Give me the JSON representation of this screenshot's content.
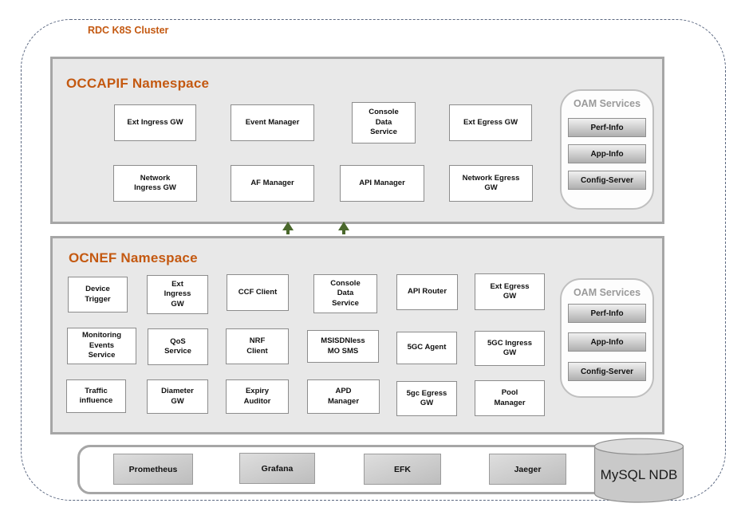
{
  "cluster_title": "RDC K8S Cluster",
  "colors": {
    "accent_orange": "#c45911",
    "arrow_green": "#4a682c",
    "namespace_fill": "#e8e8e8",
    "namespace_border": "#a6a6a6",
    "oam_title_gray": "#9a9a9a"
  },
  "occapif": {
    "title": "OCCAPIF Namespace",
    "boxes": [
      "Ext Ingress GW",
      "Event Manager",
      "Console\nData\nService",
      "Ext Egress GW",
      "Network\nIngress GW",
      "AF Manager",
      "API Manager",
      "Network Egress\nGW"
    ],
    "oam": {
      "title": "OAM Services",
      "items": [
        "Perf-Info",
        "App-Info",
        "Config-Server"
      ]
    }
  },
  "ocnef": {
    "title": "OCNEF Namespace",
    "boxes": [
      "Device\nTrigger",
      "Ext\nIngress\nGW",
      "CCF Client",
      "Console\nData\nService",
      "API Router",
      "Ext Egress\nGW",
      "Monitoring\nEvents\nService",
      "QoS\nService",
      "NRF\nClient",
      "MSISDNless\nMO SMS",
      "5GC Agent",
      "5GC Ingress\nGW",
      "Traffic\ninfluence",
      "Diameter\nGW",
      "Expiry\nAuditor",
      "APD\nManager",
      "5gc Egress\nGW",
      "Pool\nManager"
    ],
    "oam": {
      "title": "OAM Services",
      "items": [
        "Perf-Info",
        "App-Info",
        "Config-Server"
      ]
    }
  },
  "infra": {
    "items": [
      "Prometheus",
      "Grafana",
      "EFK",
      "Jaeger"
    ],
    "database": "MySQL NDB"
  }
}
